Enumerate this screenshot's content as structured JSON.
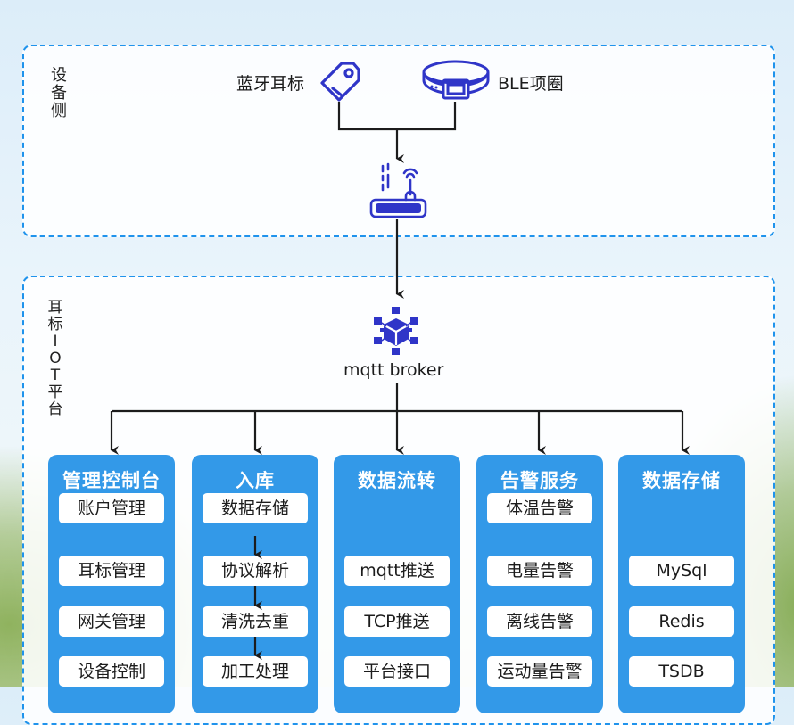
{
  "device_side": {
    "label": [
      "设",
      "备",
      "侧"
    ],
    "ear_tag_label": "蓝牙耳标",
    "collar_label": "BLE项圈",
    "icons": [
      "tag-icon",
      "collar-icon",
      "gateway-router-icon"
    ]
  },
  "platform": {
    "label": [
      "耳",
      "标",
      "I",
      "O",
      "T",
      "平",
      "台"
    ],
    "broker_label": "mqtt broker",
    "broker_icon": "mqtt-broker-cube-icon",
    "columns": [
      {
        "title": "管理控制台",
        "items": [
          "耳标管理",
          "网关管理",
          "设备控制",
          "账户管理"
        ],
        "flow": false
      },
      {
        "title": "入库",
        "items": [
          "协议解析",
          "清洗去重",
          "加工处理",
          "数据存储"
        ],
        "flow": true
      },
      {
        "title": "数据流转",
        "items": [
          "mqtt推送",
          "TCP推送",
          "平台接口"
        ],
        "flow": false
      },
      {
        "title": "告警服务",
        "items": [
          "电量告警",
          "离线告警",
          "运动量告警",
          "体温告警"
        ],
        "flow": false
      },
      {
        "title": "数据存储",
        "items": [
          "MySql",
          "Redis",
          "TSDB"
        ],
        "flow": false
      }
    ]
  },
  "colors": {
    "dashed_border": "#1f93ec",
    "column_fill": "#3399e8",
    "icon_blue": "#2f35c8",
    "connector": "#1c1c1c"
  }
}
